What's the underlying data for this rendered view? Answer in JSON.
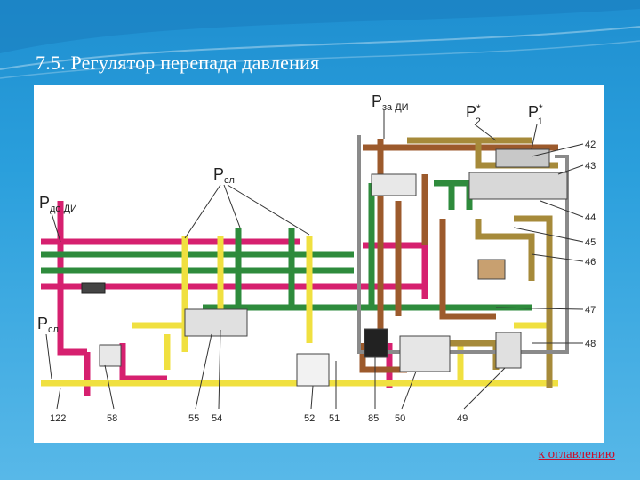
{
  "slide": {
    "title": "7.5. Регулятор перепада давления",
    "toc_link": "к оглавлению"
  },
  "diagram": {
    "pressure_labels": {
      "p_za_di": {
        "main": "P",
        "sub": "за ДИ"
      },
      "p2_star": {
        "main": "P",
        "sup": "*",
        "sub": "2"
      },
      "p1_star": {
        "main": "P",
        "sup": "*",
        "sub": "1"
      },
      "p_sl_top": {
        "main": "P",
        "sub": "сл"
      },
      "p_do_di": {
        "main": "P",
        "sub": "до ДИ"
      },
      "p_sl_left": {
        "main": "P",
        "sub": "сл"
      }
    },
    "right_callouts": [
      "42",
      "43",
      "44",
      "45",
      "46",
      "47",
      "48"
    ],
    "bottom_callouts": [
      "122",
      "58",
      "55",
      "54",
      "52",
      "51",
      "85",
      "50",
      "49"
    ],
    "colors": {
      "magenta": "#d6206f",
      "green": "#2e8b3c",
      "yellow": "#f0e040",
      "brown": "#9c5a2c",
      "olive": "#a68a3a",
      "grey": "#8a8a8a"
    }
  }
}
